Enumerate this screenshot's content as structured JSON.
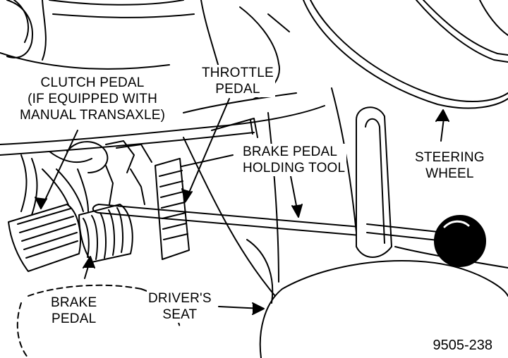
{
  "labels": {
    "clutch_pedal": [
      "CLUTCH PEDAL",
      "(IF EQUIPPED WITH",
      "MANUAL TRANSAXLE)"
    ],
    "throttle_pedal": [
      "THROTTLE",
      "PEDAL"
    ],
    "brake_pedal_holding_tool": [
      "BRAKE PEDAL",
      "HOLDING TOOL"
    ],
    "steering_wheel": [
      "STEERING",
      "WHEEL"
    ],
    "brake_pedal": [
      "BRAKE",
      "PEDAL"
    ],
    "drivers_seat": [
      "DRIVER'S",
      "SEAT"
    ]
  },
  "figure_id": "9505-238",
  "colors": {
    "ink": "#000000",
    "paper": "#ffffff"
  }
}
